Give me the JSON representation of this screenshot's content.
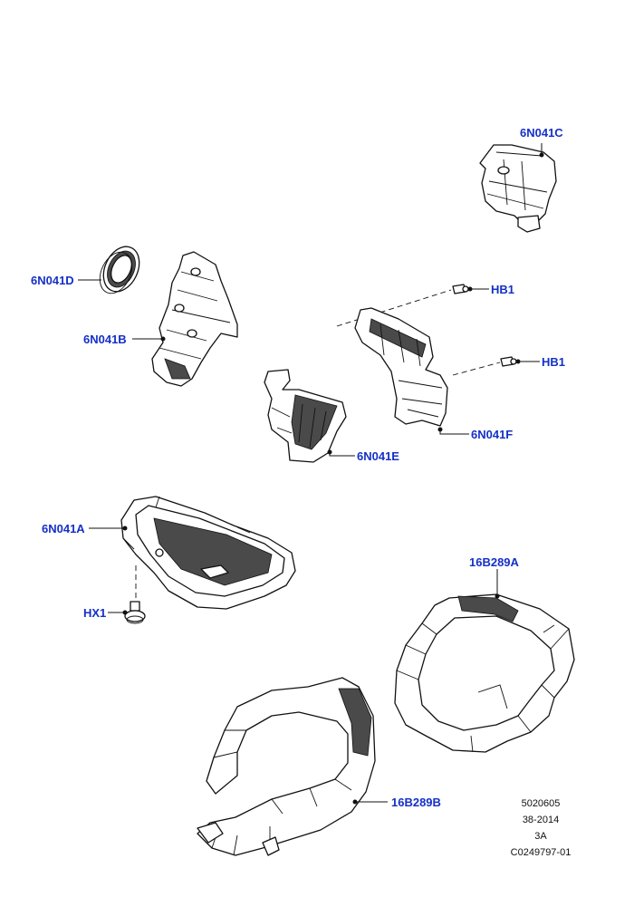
{
  "callouts": {
    "c_6N041C": "6N041C",
    "c_6N041D": "6N041D",
    "c_6N041B": "6N041B",
    "c_HB1_top": "HB1",
    "c_HB1_mid": "HB1",
    "c_6N041F": "6N041F",
    "c_6N041E": "6N041E",
    "c_6N041A": "6N041A",
    "c_HX1": "HX1",
    "c_16B289A": "16B289A",
    "c_16B289B": "16B289B"
  },
  "footer": {
    "line1": "5020605",
    "line2": "38-2014",
    "line3": "3A",
    "line4": "C0249797-01"
  },
  "colors": {
    "callout": "#1530c8",
    "line": "#111111"
  }
}
